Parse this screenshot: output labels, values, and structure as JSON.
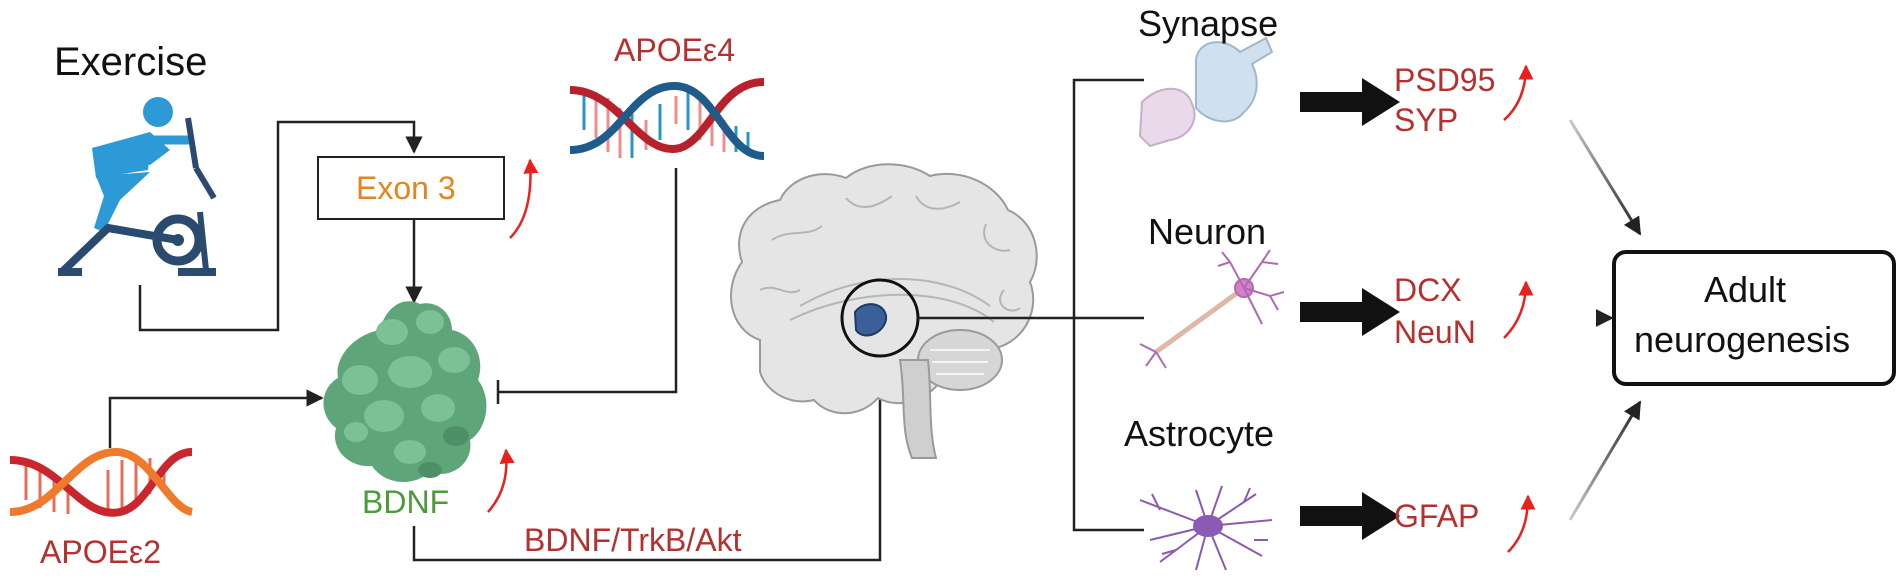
{
  "diagram": {
    "exercise_label": "Exercise",
    "exon_label": "Exon 3",
    "apoe4_label": "APOEε4",
    "apoe2_label": "APOEε2",
    "bdnf_label": "BDNF",
    "pathway_label": "BDNF/TrkB/Akt",
    "synapse_label": "Synapse",
    "neuron_label": "Neuron",
    "astrocyte_label": "Astrocyte",
    "synapse_markers": [
      "PSD95",
      "SYP"
    ],
    "neuron_markers": [
      "DCX",
      "NeuN"
    ],
    "astrocyte_marker": "GFAP",
    "outcome_label": [
      "Adult",
      "neurogenesis"
    ]
  },
  "colors": {
    "label_red": "#b5302e",
    "exon_orange": "#e2861f",
    "bdnf_green": "#4c9b3a",
    "up_arrow_red": "#e8201e",
    "hippocampus_blue": "#3b5f99",
    "exercise_blue": "#2c9ad6",
    "exercise_navy": "#2b4a6f"
  }
}
